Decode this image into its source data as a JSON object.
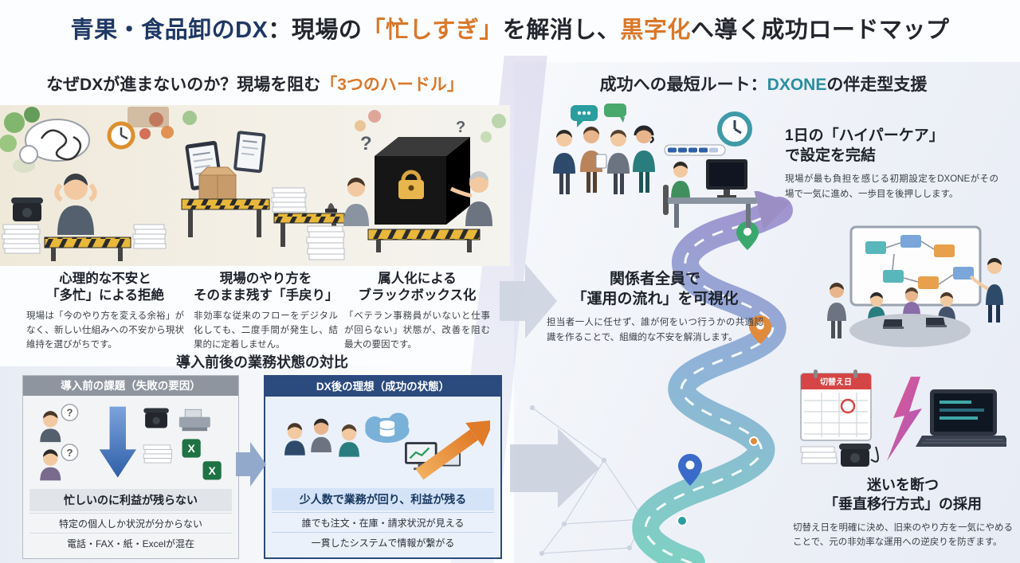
{
  "title": {
    "seg1": "青果・食品卸のDX",
    "seg2": "：現場の",
    "seg3": "「忙しすぎ」",
    "seg4": "を解消し、",
    "seg5": "黒字化",
    "seg6": "へ導く成功ロードマップ"
  },
  "left": {
    "header_plain": "なぜDXが進まないのか？現場を阻む",
    "header_accent": "「3つのハードル」",
    "hurdles": [
      {
        "title": "心理的な不安と\n「多忙」による拒絶",
        "desc": "現場は「今のやり方を変える余裕」がなく、新しい仕組みへの不安から現状維持を選びがちです。"
      },
      {
        "title": "現場のやり方を\nそのまま残す「手戻り」",
        "desc": "非効率な従来のフローをデジタル化しても、二度手間が発生し、結果的に定着しません。"
      },
      {
        "title": "属人化による\nブラックボックス化",
        "desc": "「ベテラン事務員がいないと仕事が回らない」状態が、改善を阻む最大の要因です。"
      }
    ],
    "comparison": {
      "heading": "導入前後の業務状態の対比",
      "before": {
        "title": "導入前の課題（失敗の要因）",
        "highlight": "忙しいのに利益が残らない",
        "points": [
          "特定の個人しか状況が分からない",
          "電話・FAX・紙・Excelが混在"
        ]
      },
      "after": {
        "title": "DX後の理想（成功の状態）",
        "highlight": "少人数で業務が回り、利益が残る",
        "points": [
          "誰でも注文・在庫・請求状況が見える",
          "一貫したシステムで情報が繋がる"
        ]
      }
    }
  },
  "right": {
    "header_plain1": "成功への最短ルート：",
    "header_brand": "DXONE",
    "header_plain2": "の伴走型支援",
    "steps": [
      {
        "title": "1日の「ハイパーケア」\nで設定を完結",
        "desc": "現場が最も負担を感じる初期設定をDXONEがその場で一気に進め、一歩目を後押しします。"
      },
      {
        "title": "関係者全員で\n「運用の流れ」を可視化",
        "desc": "担当者一人に任せず、誰が何をいつ行うかの共通認識を作ることで、組織的な不安を解消します。"
      },
      {
        "title": "迷いを断つ\n「垂直移行方式」の採用",
        "desc": "切替え日を明確に決め、旧来のやり方を一気にやめることで、元の非効率な運用への逆戻りを防ぎます。"
      }
    ],
    "calendar_label": "切替え日"
  },
  "glyphs": {
    "question_mark": "?",
    "excel_x": "X"
  },
  "colors": {
    "title_navy": "#1f3864",
    "accent_orange": "#d9782a",
    "brand_teal": "#2a8fa0",
    "before_gray": "#8e959f",
    "after_navy": "#2b4a7d",
    "road_teal": "#7fd0c4",
    "road_purple": "#a391cf",
    "pin_green": "#3aa86c",
    "pin_orange": "#e08a3c",
    "pin_blue": "#3a6bc9",
    "caution_yellow": "#e8b83a"
  }
}
